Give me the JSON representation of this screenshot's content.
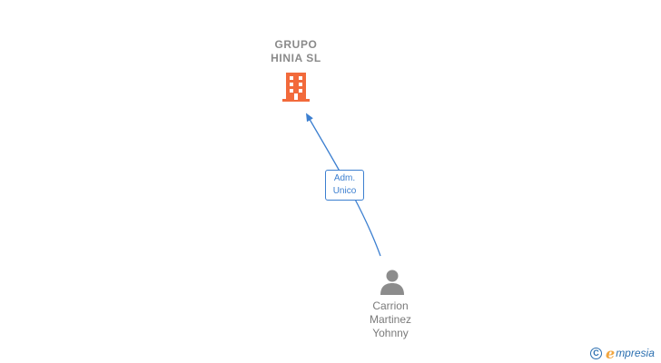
{
  "company": {
    "name": "GRUPO\nHINIA  SL",
    "icon": "building-icon",
    "color": "#f26a3b"
  },
  "relation": {
    "role_line1": "Adm.",
    "role_line2": "Unico",
    "color": "#3c7fd0"
  },
  "person": {
    "name": "Carrion\nMartinez\nYohnny",
    "icon": "person-icon",
    "color": "#8c8c8c"
  },
  "brand": {
    "copyright_symbol": "C",
    "initial": "e",
    "rest": "mpresia"
  }
}
